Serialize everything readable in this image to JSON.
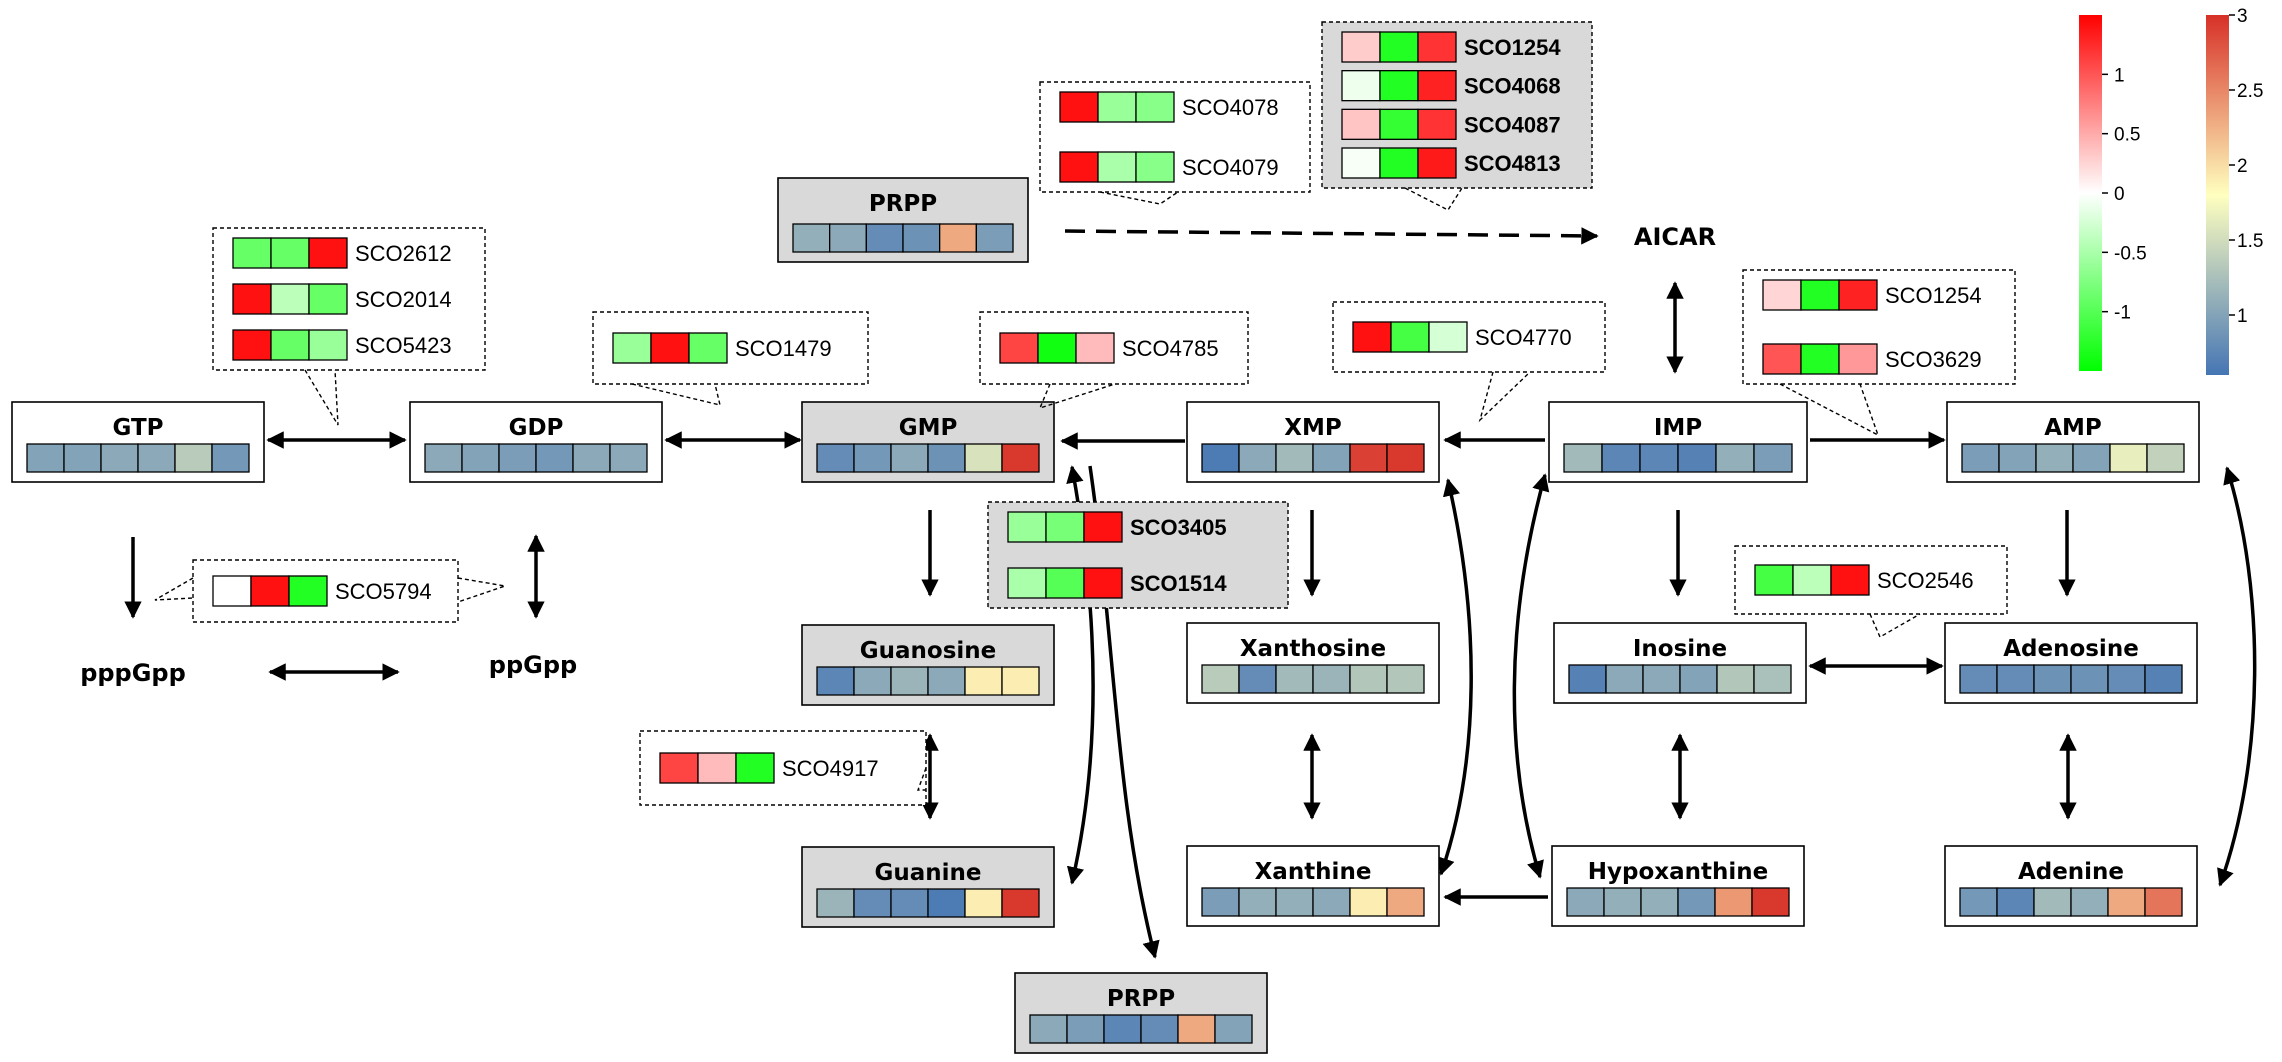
{
  "colors": {
    "expression_low": "#00ff00",
    "expression_mid": "#ffffff",
    "expression_high": "#ff0000",
    "metabolite_low": "#4575b4",
    "metabolite_mid": "#ffffbf",
    "metabolite_high": "#d73027",
    "shaded_box": "#d9d9d9"
  },
  "metabolite_scale": {
    "min": 0.6,
    "max": 3,
    "ticks": [
      "1",
      "1.5",
      "2",
      "2.5",
      "3"
    ]
  },
  "expression_scale": {
    "min": -1.5,
    "max": 1.5,
    "ticks": [
      "1",
      "0.5",
      "0",
      "-0.5",
      "-1"
    ]
  },
  "metabolites": [
    {
      "id": "prpp-top",
      "name": "PRPP",
      "shaded": true,
      "values": [
        1.1,
        1.05,
        0.8,
        0.85,
        2.3,
        0.95
      ]
    },
    {
      "id": "gtp",
      "name": "GTP",
      "shaded": false,
      "values": [
        1.0,
        1.0,
        1.05,
        1.05,
        1.35,
        0.9
      ]
    },
    {
      "id": "gdp",
      "name": "GDP",
      "shaded": false,
      "values": [
        1.05,
        1.0,
        0.95,
        0.9,
        1.05,
        1.05
      ]
    },
    {
      "id": "gmp",
      "name": "GMP",
      "shaded": true,
      "values": [
        0.8,
        0.9,
        1.05,
        0.85,
        1.55,
        2.95
      ]
    },
    {
      "id": "xmp",
      "name": "XMP",
      "shaded": false,
      "values": [
        0.65,
        1.05,
        1.2,
        1.0,
        2.9,
        2.95
      ]
    },
    {
      "id": "imp",
      "name": "IMP",
      "shaded": false,
      "values": [
        1.2,
        0.75,
        0.75,
        0.7,
        1.1,
        0.95
      ]
    },
    {
      "id": "amp",
      "name": "AMP",
      "shaded": false,
      "values": [
        0.95,
        1.0,
        1.1,
        1.0,
        1.65,
        1.4
      ]
    },
    {
      "id": "guanosine",
      "name": "Guanosine",
      "shaded": true,
      "values": [
        0.75,
        1.05,
        1.15,
        1.05,
        1.9,
        1.9
      ]
    },
    {
      "id": "xanthosine",
      "name": "Xanthosine",
      "shaded": false,
      "values": [
        1.35,
        0.8,
        1.2,
        1.15,
        1.3,
        1.3
      ]
    },
    {
      "id": "inosine",
      "name": "Inosine",
      "shaded": false,
      "values": [
        0.7,
        1.05,
        1.05,
        1.0,
        1.3,
        1.25
      ]
    },
    {
      "id": "adenosine",
      "name": "Adenosine",
      "shaded": false,
      "values": [
        0.8,
        0.8,
        0.85,
        0.85,
        0.8,
        0.7
      ]
    },
    {
      "id": "guanine",
      "name": "Guanine",
      "shaded": true,
      "values": [
        1.15,
        0.8,
        0.8,
        0.65,
        1.9,
        2.95
      ]
    },
    {
      "id": "xanthine",
      "name": "Xanthine",
      "shaded": false,
      "values": [
        0.95,
        1.1,
        1.1,
        1.05,
        1.9,
        2.3
      ]
    },
    {
      "id": "hypoxanthine",
      "name": "Hypoxanthine",
      "shaded": false,
      "values": [
        1.05,
        1.1,
        1.1,
        0.9,
        2.4,
        2.95
      ]
    },
    {
      "id": "adenine",
      "name": "Adenine",
      "shaded": false,
      "values": [
        0.9,
        0.75,
        1.2,
        1.1,
        2.3,
        2.6
      ]
    },
    {
      "id": "prpp-bottom",
      "name": "PRPP",
      "shaded": true,
      "values": [
        1.05,
        0.95,
        0.75,
        0.8,
        2.3,
        1.0
      ]
    }
  ],
  "free_labels": [
    {
      "id": "aicar",
      "text": "AICAR"
    },
    {
      "id": "pppgpp",
      "text": "pppGpp"
    },
    {
      "id": "ppgpp",
      "text": "ppGpp"
    }
  ],
  "gene_groups": [
    {
      "id": "g-sco2612",
      "shaded": false,
      "genes": [
        {
          "name": "SCO2612",
          "bold": false,
          "values": [
            -0.9,
            -0.9,
            1.4
          ]
        },
        {
          "name": "SCO2014",
          "bold": false,
          "values": [
            1.4,
            -0.4,
            -0.9
          ]
        },
        {
          "name": "SCO5423",
          "bold": false,
          "values": [
            1.4,
            -0.9,
            -0.6
          ]
        }
      ]
    },
    {
      "id": "g-sco1479",
      "shaded": false,
      "genes": [
        {
          "name": "SCO1479",
          "bold": false,
          "values": [
            -0.6,
            1.4,
            -0.9
          ]
        }
      ]
    },
    {
      "id": "g-sco4785",
      "shaded": false,
      "genes": [
        {
          "name": "SCO4785",
          "bold": false,
          "values": [
            1.1,
            -1.4,
            0.4
          ]
        }
      ]
    },
    {
      "id": "g-sco4078",
      "shaded": false,
      "genes": [
        {
          "name": "SCO4078",
          "bold": false,
          "values": [
            1.4,
            -0.6,
            -0.7
          ]
        },
        {
          "name": "SCO4079",
          "bold": false,
          "values": [
            1.4,
            -0.5,
            -0.7
          ]
        }
      ]
    },
    {
      "id": "g-sco1254",
      "shaded": true,
      "genes": [
        {
          "name": "SCO1254",
          "bold": true,
          "values": [
            0.3,
            -1.3,
            1.2
          ]
        },
        {
          "name": "SCO4068",
          "bold": true,
          "values": [
            -0.1,
            -1.3,
            1.3
          ]
        },
        {
          "name": "SCO4087",
          "bold": true,
          "values": [
            0.35,
            -1.2,
            1.2
          ]
        },
        {
          "name": "SCO4813",
          "bold": true,
          "values": [
            -0.05,
            -1.3,
            1.35
          ]
        }
      ]
    },
    {
      "id": "g-sco4770",
      "shaded": false,
      "genes": [
        {
          "name": "SCO4770",
          "bold": false,
          "values": [
            1.4,
            -1.1,
            -0.25
          ]
        }
      ]
    },
    {
      "id": "g-sco1254b",
      "shaded": false,
      "genes": [
        {
          "name": "SCO1254",
          "bold": false,
          "values": [
            0.25,
            -1.3,
            1.3
          ]
        },
        {
          "name": "SCO3629",
          "bold": false,
          "values": [
            1.0,
            -1.3,
            0.6
          ]
        }
      ]
    },
    {
      "id": "g-sco3405",
      "shaded": true,
      "genes": [
        {
          "name": "SCO3405",
          "bold": true,
          "values": [
            -0.6,
            -0.8,
            1.4
          ]
        },
        {
          "name": "SCO1514",
          "bold": true,
          "values": [
            -0.5,
            -1.0,
            1.4
          ]
        }
      ]
    },
    {
      "id": "g-sco5794",
      "shaded": false,
      "genes": [
        {
          "name": "SCO5794",
          "bold": false,
          "values": [
            0.0,
            1.4,
            -1.3
          ]
        }
      ]
    },
    {
      "id": "g-sco2546",
      "shaded": false,
      "genes": [
        {
          "name": "SCO2546",
          "bold": false,
          "values": [
            -1.1,
            -0.4,
            1.4
          ]
        }
      ]
    },
    {
      "id": "g-sco4917",
      "shaded": false,
      "genes": [
        {
          "name": "SCO4917",
          "bold": false,
          "values": [
            1.1,
            0.4,
            -1.3
          ]
        }
      ]
    }
  ]
}
